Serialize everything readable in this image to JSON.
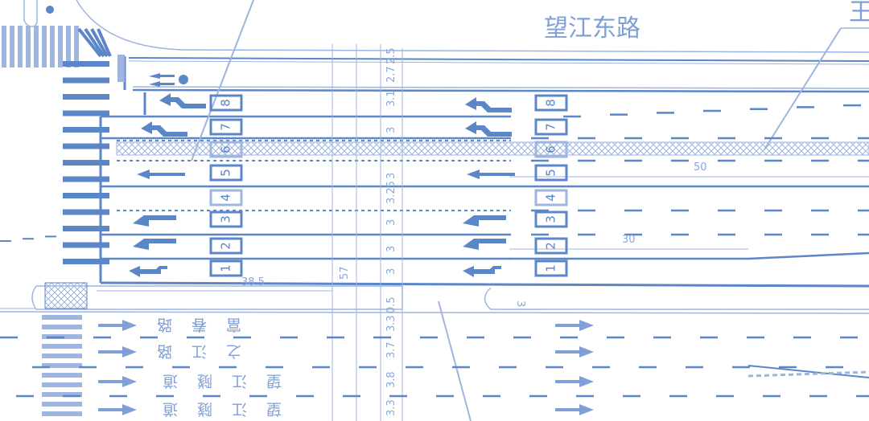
{
  "road_name": "望江东路",
  "clipped_label": "王",
  "colors": {
    "marking": "#5b86c8",
    "light": "#9db5df",
    "background": "#ffffff"
  },
  "lane_numbers": [
    "1",
    "2",
    "3",
    "4",
    "5",
    "6",
    "7",
    "8"
  ],
  "lane_widths_upper": [
    "2.5",
    "2.7",
    "3.1",
    "3",
    "3",
    "3.25",
    "3",
    "3",
    "3"
  ],
  "lane_widths_lower": [
    "0.5",
    "3.3",
    "3.7",
    "3.8",
    "3.3"
  ],
  "dimensions": {
    "left_length": "38.5",
    "middle": "57",
    "taper_long": "50",
    "taper_short": "30",
    "median": "3"
  },
  "destination_labels": [
    "富春路",
    "之江路",
    "望江隧道",
    "望江隧道"
  ]
}
